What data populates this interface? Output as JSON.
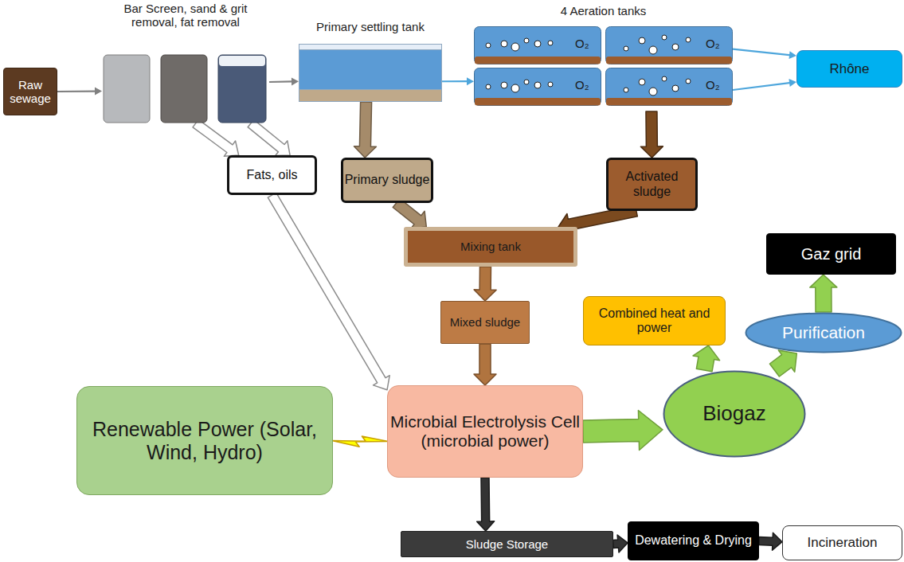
{
  "diagram": {
    "nodes": [
      {
        "text": [
          "Raw sewage"
        ]
      },
      {
        "text": [
          "Bar Screen, sand & grit removal, fat removal"
        ]
      },
      {
        "text": [
          "Primary settling tank"
        ]
      },
      {
        "text": [
          "4 Aeration tanks"
        ]
      },
      {
        "text": [
          "Rhône"
        ]
      },
      {
        "text": [
          "Fats, oils"
        ]
      },
      {
        "text": [
          "Primary sludge"
        ]
      },
      {
        "text": [
          "Activated sludge"
        ]
      },
      {
        "text": [
          "Mixing tank"
        ]
      },
      {
        "text": [
          "Mixed sludge"
        ]
      },
      {
        "text": [
          "Microbial Electrolysis Cell (microbial power)"
        ]
      },
      {
        "text": [
          "Renewable Power (Solar, Wind, Hydro)"
        ]
      },
      {
        "text": [
          "Biogaz"
        ]
      },
      {
        "text": [
          "Combined heat and power"
        ]
      },
      {
        "text": [
          "Purification"
        ]
      },
      {
        "text": [
          "Gaz grid"
        ]
      },
      {
        "text": [
          "Sludge Storage"
        ]
      },
      {
        "text": [
          "Dewatering & Drying"
        ]
      },
      {
        "text": [
          "Incineration"
        ]
      }
    ],
    "edges": [
      {
        "from": 0,
        "to": 1,
        "arrow": "to"
      },
      {
        "from": 1,
        "to": 2,
        "arrow": "to"
      },
      {
        "from": 2,
        "to": 3,
        "arrow": "to"
      },
      {
        "from": 3,
        "to": 4,
        "arrow": "to"
      },
      {
        "from": 3,
        "to": 4,
        "arrow": "to"
      },
      {
        "from": 1,
        "to": 5,
        "arrow": "to"
      },
      {
        "from": 1,
        "to": 5,
        "arrow": "to"
      },
      {
        "from": 2,
        "to": 6,
        "arrow": "to"
      },
      {
        "from": 3,
        "to": 7,
        "arrow": "to"
      },
      {
        "from": 6,
        "to": 8,
        "arrow": "to"
      },
      {
        "from": 7,
        "to": 8,
        "arrow": "to"
      },
      {
        "from": 8,
        "to": 9,
        "arrow": "to"
      },
      {
        "from": 9,
        "to": 10,
        "arrow": "to"
      },
      {
        "from": 5,
        "to": 10,
        "arrow": "to"
      },
      {
        "from": 11,
        "to": 10,
        "arrow": "none"
      },
      {
        "from": 10,
        "to": 12,
        "arrow": "to"
      },
      {
        "from": 12,
        "to": 13,
        "arrow": "to"
      },
      {
        "from": 12,
        "to": 14,
        "arrow": "to"
      },
      {
        "from": 14,
        "to": 15,
        "arrow": "to"
      },
      {
        "from": 10,
        "to": 16,
        "arrow": "to"
      },
      {
        "from": 16,
        "to": 17,
        "arrow": "to"
      },
      {
        "from": 17,
        "to": 18,
        "arrow": "to"
      }
    ],
    "labels": [
      "O₂",
      "O₂",
      "O₂",
      "O₂"
    ]
  }
}
